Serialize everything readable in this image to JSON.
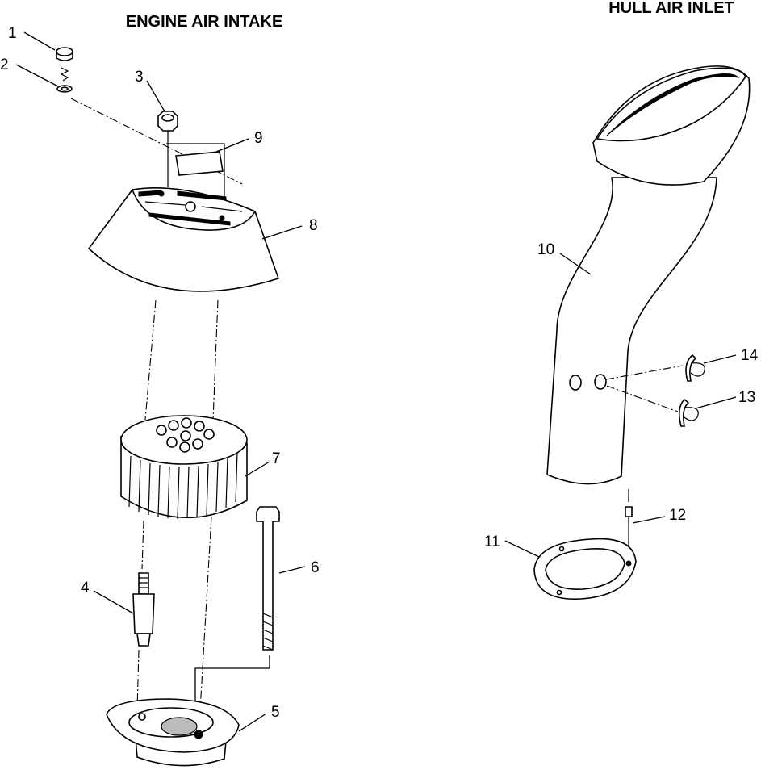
{
  "titles": {
    "engine": "ENGINE AIR INTAKE",
    "hull": "HULL AIR INLET"
  },
  "callouts": [
    "1",
    "2",
    "3",
    "4",
    "5",
    "6",
    "7",
    "8",
    "9",
    "10",
    "11",
    "12",
    "13",
    "14"
  ]
}
